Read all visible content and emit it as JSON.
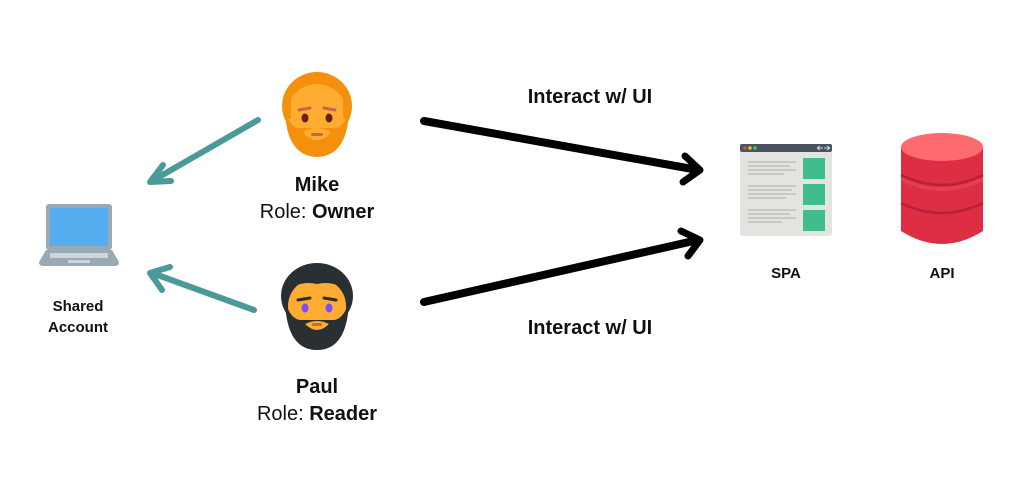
{
  "left": {
    "laptop_icon": "laptop-icon",
    "label_line1": "Shared",
    "label_line2": "Account"
  },
  "people": [
    {
      "icon": "bearded-man-orange-icon",
      "name": "Mike",
      "role_prefix": "Role:",
      "role": "Owner"
    },
    {
      "icon": "bearded-man-black-hair-icon",
      "name": "Paul",
      "role_prefix": "Role:",
      "role": "Reader"
    }
  ],
  "arrows": {
    "top_label": "Interact w/ UI",
    "bottom_label": "Interact w/ UI",
    "teal_color": "#4a9a9a",
    "black_color": "#000000"
  },
  "right": {
    "spa": {
      "icon": "web-page-icon",
      "label": "SPA"
    },
    "api": {
      "icon": "database-icon",
      "label": "API",
      "color": "#ff5a5f"
    }
  }
}
